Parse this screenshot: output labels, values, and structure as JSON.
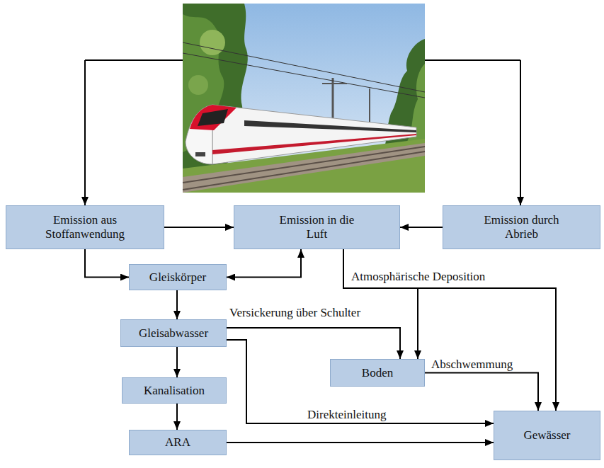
{
  "diagram": {
    "nodes": [
      {
        "text": [
          "Emission aus Stoffanwendung"
        ]
      },
      {
        "text": [
          "Emission in die Luft"
        ]
      },
      {
        "text": [
          "Emission durch Abrieb"
        ]
      },
      {
        "text": [
          "Gleiskörper"
        ]
      },
      {
        "text": [
          "Gleisabwasser"
        ]
      },
      {
        "text": [
          "Boden"
        ]
      },
      {
        "text": [
          "Kanalisation"
        ]
      },
      {
        "text": [
          "ARA"
        ]
      },
      {
        "text": [
          "Gewässer"
        ]
      }
    ],
    "edges": [
      {
        "from": 0,
        "to": 1,
        "arrow": "to"
      },
      {
        "from": 2,
        "to": 1,
        "arrow": "to"
      },
      {
        "from": 0,
        "to": 3,
        "arrow": "to"
      },
      {
        "from": 3,
        "to": 1,
        "arrow": "both"
      },
      {
        "from": 3,
        "to": 4,
        "arrow": "to"
      },
      {
        "from": 4,
        "to": 6,
        "arrow": "to"
      },
      {
        "from": 6,
        "to": 7,
        "arrow": "to"
      },
      {
        "from": 4,
        "to": 5,
        "label": "Versickerung über Schulter",
        "arrow": "to"
      },
      {
        "from": 1,
        "to": 5,
        "arrow": "to"
      },
      {
        "from": 1,
        "to": 8,
        "label": "Atmosphärische Deposition",
        "arrow": "to"
      },
      {
        "from": 5,
        "to": 8,
        "label": "Abschwemmung",
        "arrow": "to"
      },
      {
        "from": 4,
        "to": 8,
        "label": "Direkteinleitung",
        "arrow": "to"
      },
      {
        "from": 7,
        "to": 8,
        "arrow": "to"
      }
    ]
  }
}
